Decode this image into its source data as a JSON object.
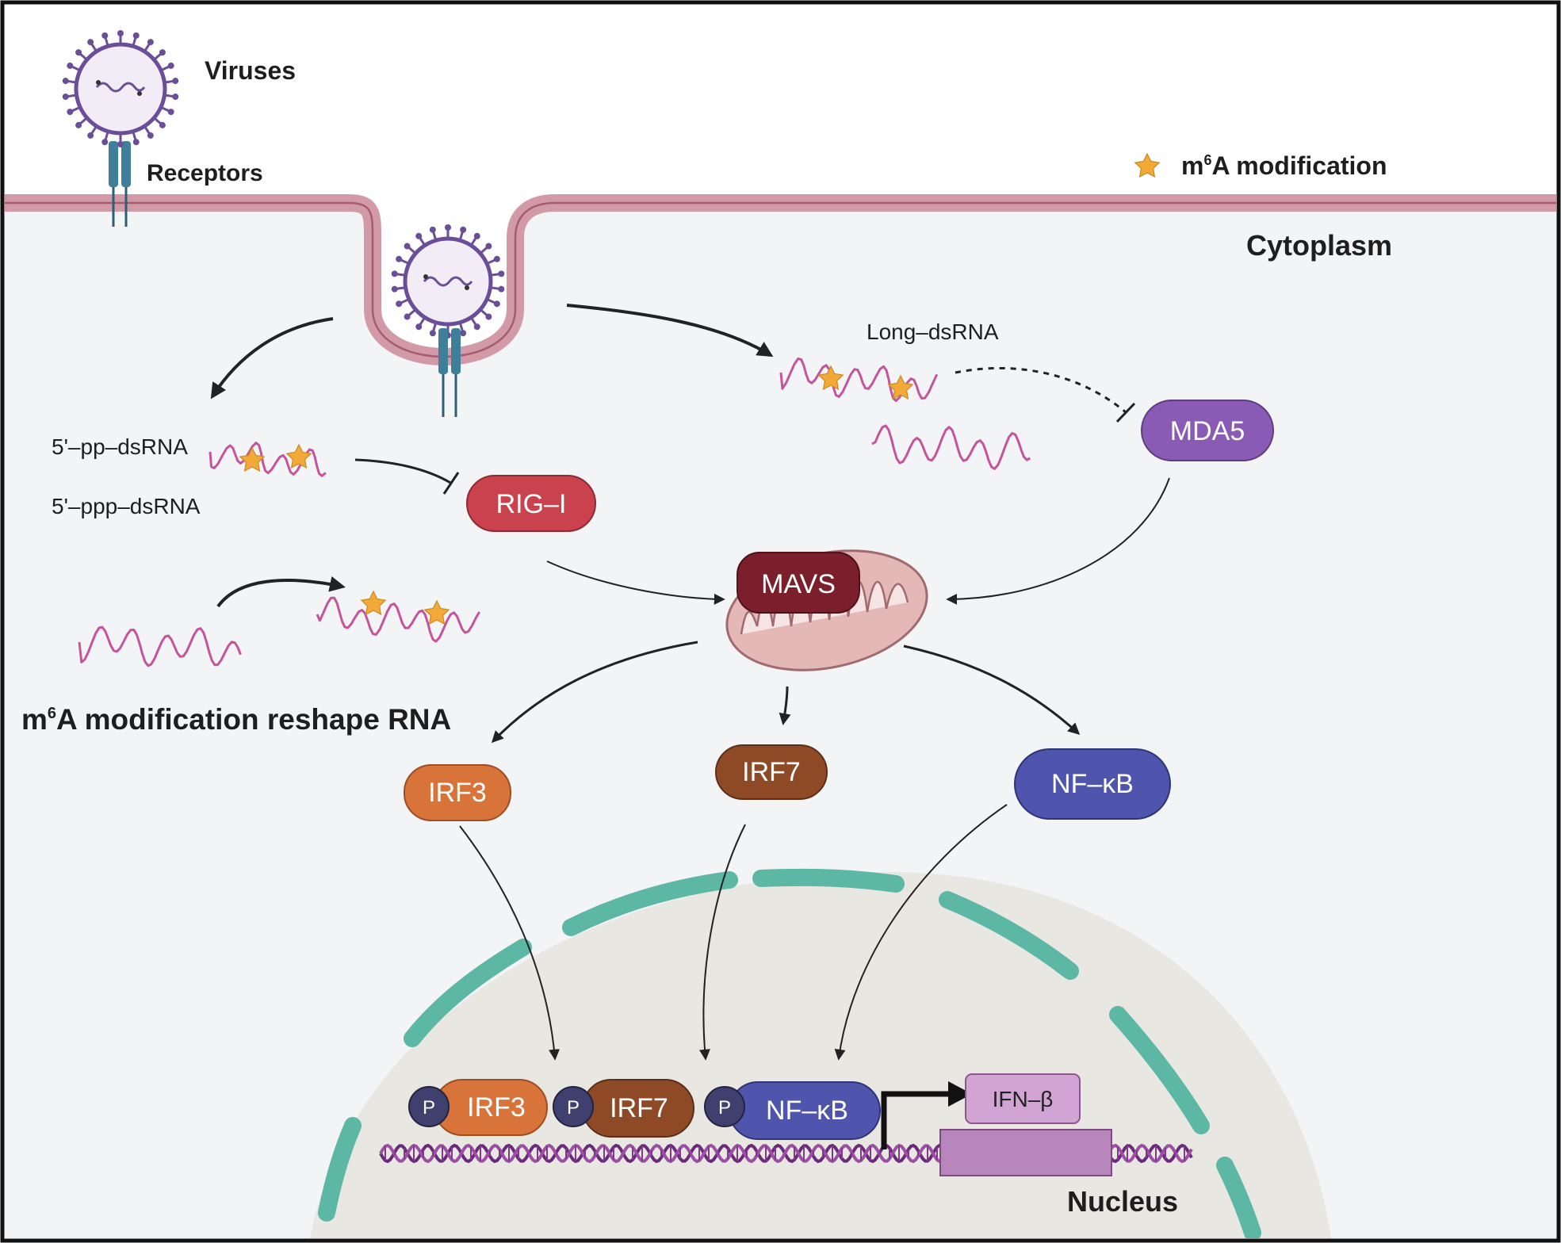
{
  "labels": {
    "viruses": "Viruses",
    "receptors": "Receptors",
    "m6a_legend_m": "m",
    "m6a_legend_sup": "6",
    "m6a_legend_rest": "A modification",
    "cytoplasm": "Cytoplasm",
    "long_dsrna": "Long–dsRNA",
    "pp_dsrna": "5'–pp–dsRNA",
    "ppp_dsrna": "5'–ppp–dsRNA",
    "reshape_m": "m",
    "reshape_sup": "6",
    "reshape_rest": "A modification reshape RNA",
    "nucleus": "Nucleus"
  },
  "proteins": {
    "rig_i": "RIG–I",
    "mda5": "MDA5",
    "mavs": "MAVS",
    "irf3": "IRF3",
    "irf7": "IRF7",
    "nfkb": "NF–κB",
    "p": "P",
    "ifnb": "IFN–β"
  },
  "colors": {
    "rig_i": "#c9424e",
    "mda5": "#8a5bb5",
    "mavs": "#7a1f2b",
    "irf3": "#d8733a",
    "irf7": "#8e4a27",
    "nfkb": "#4f55ad",
    "phospho": "#40406f",
    "ifn": "#c585c6",
    "nucleus_envelope": "#5cb8a4",
    "membrane": "#d29aa6",
    "rna": "#c4559b",
    "star": "#f3a938"
  }
}
